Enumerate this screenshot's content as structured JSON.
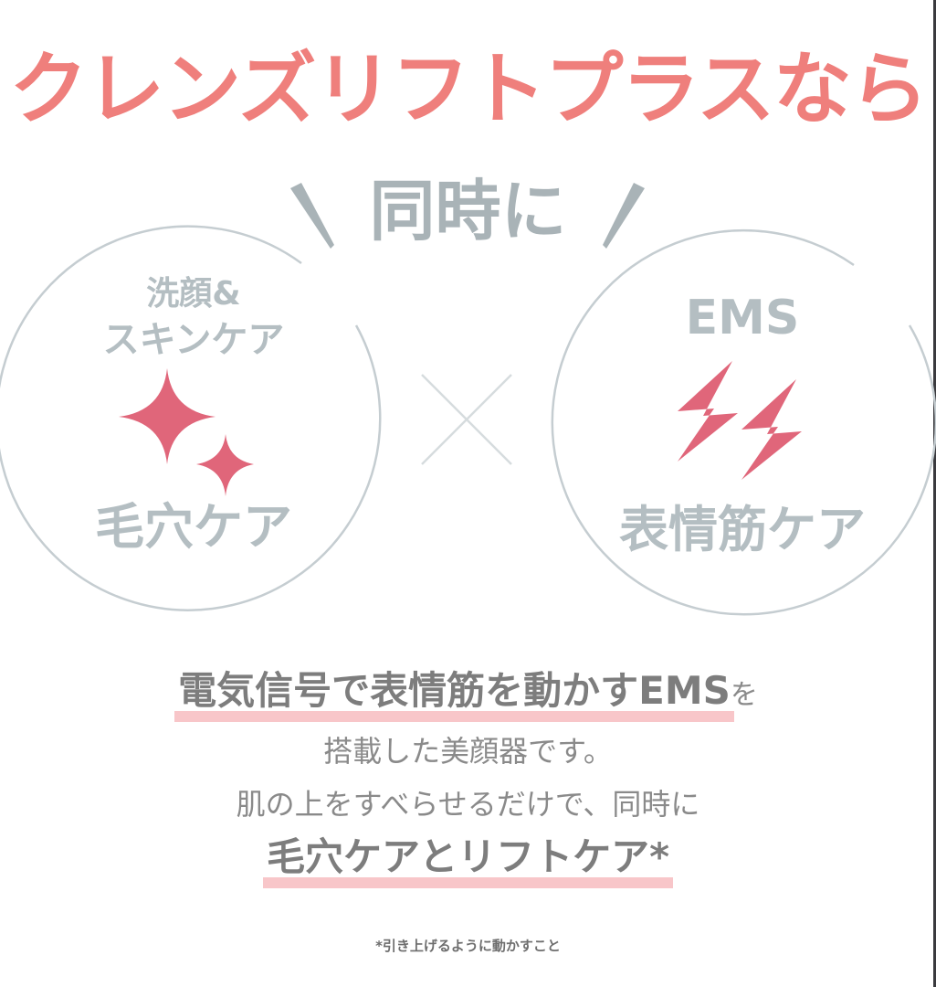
{
  "headline": {
    "title": "クレンズリフトプラスなら",
    "subtitle": "同時に",
    "colors": {
      "title": "#ef7f7c",
      "subtitle": "#a9b3b7"
    }
  },
  "features": [
    {
      "top_line1": "洗顔&",
      "top_line2": "スキンケア",
      "icon": "sparkle-icon",
      "bottom": "毛穴ケア"
    },
    {
      "top_line1": "EMS",
      "icon": "lightning-icon",
      "bottom": "表情筋ケア"
    }
  ],
  "combine_symbol": "×",
  "accent_color": "#e0667a",
  "description": {
    "line1_highlight": "電気信号で表情筋を動かすEMS",
    "line1_tail": "を",
    "line2": "搭載した美顔器です。",
    "line3": "肌の上をすべらせるだけで、同時に",
    "line4_highlight": "毛穴ケアとリフトケア*"
  },
  "footnote": "*引き上げるように動かすこと"
}
